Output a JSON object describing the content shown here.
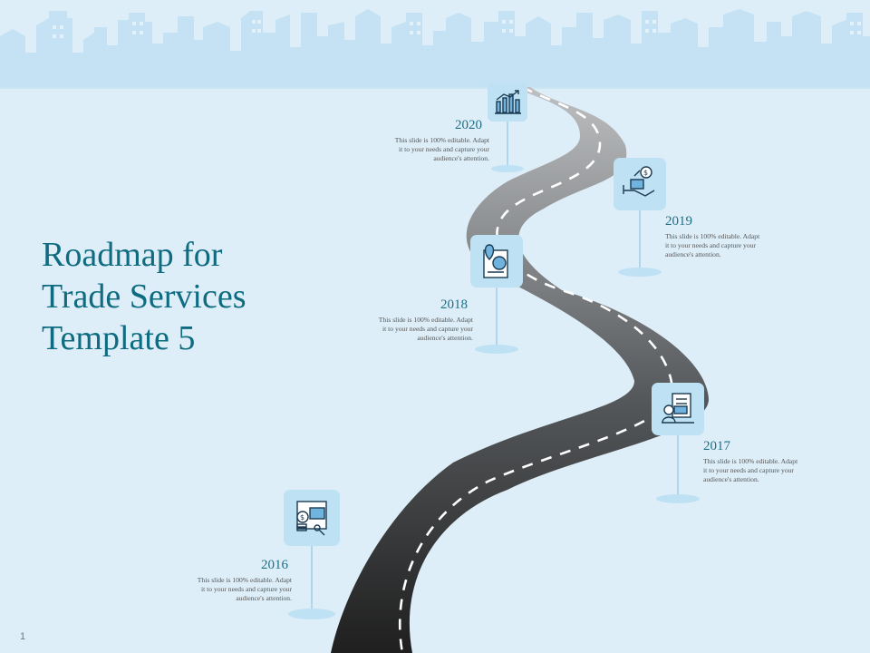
{
  "slide": {
    "title_lines": [
      "Roadmap for",
      "Trade Services",
      "Template 5"
    ],
    "page_number": "1"
  },
  "milestones": [
    {
      "year": "2020",
      "text": [
        "This slide is 100% editable. Adapt",
        "it to your needs and capture your",
        "audience's attention."
      ],
      "icon": "growth-chart-icon"
    },
    {
      "year": "2019",
      "text": [
        "This slide is 100% editable. Adapt",
        "it to your needs and capture your",
        "audience's attention."
      ],
      "icon": "money-bag-hand-icon"
    },
    {
      "year": "2018",
      "text": [
        "This slide is 100% editable. Adapt",
        "it to your needs and capture your",
        "audience's attention."
      ],
      "icon": "location-report-icon"
    },
    {
      "year": "2017",
      "text": [
        "This slide is 100% editable. Adapt",
        "it to your needs and capture your",
        "audience's attention."
      ],
      "icon": "user-document-icon"
    },
    {
      "year": "2016",
      "text": [
        "This slide is 100% editable. Adapt",
        "it to your needs and capture your",
        "audience's attention."
      ],
      "icon": "finance-dashboard-icon"
    }
  ],
  "colors": {
    "background": "#ddeef8",
    "skyline": "#bfe0f2",
    "title": "#0e6b80",
    "year": "#1d6f86",
    "pin_box": "#bfe1f4",
    "road_dark": "#1f1f1f",
    "road_light": "#b4b6b8"
  }
}
